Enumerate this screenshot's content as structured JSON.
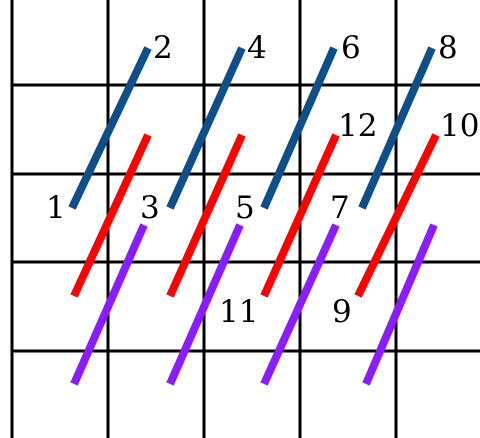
{
  "grid": {
    "columns": 5,
    "rows": 5,
    "line_color": "#000000"
  },
  "colors": {
    "blue": "#0e4f8a",
    "red": "#ff0000",
    "purple": "#8b1cff"
  },
  "labels": {
    "n1": "1",
    "n2": "2",
    "n3": "3",
    "n4": "4",
    "n5": "5",
    "n6": "6",
    "n7": "7",
    "n8": "8",
    "n9": "9",
    "n10": "10",
    "n11": "11",
    "n12": "12"
  }
}
